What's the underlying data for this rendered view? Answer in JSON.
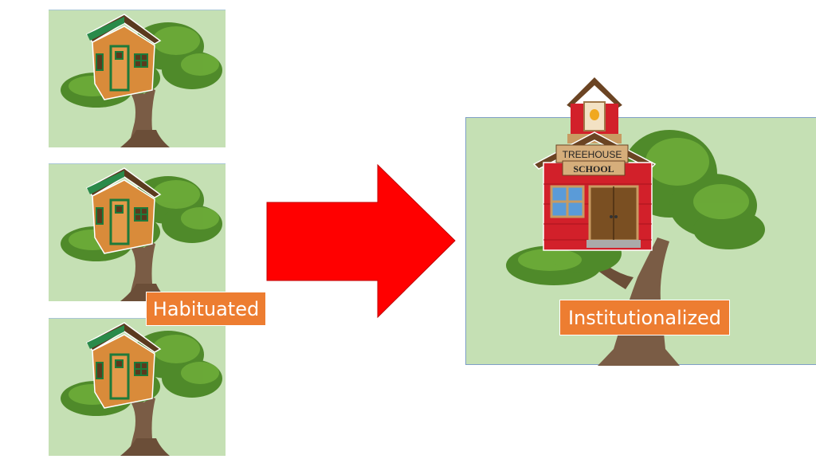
{
  "labels": {
    "habituated": "Habituated",
    "institutionalized": "Institutionalized"
  },
  "school_sign": {
    "line1": "TREEHOUSE",
    "line2": "SCHOOL"
  },
  "colors": {
    "panel_bg": "#c5e0b4",
    "arrow": "#ff0000",
    "label_bg": "#ed7d31"
  }
}
